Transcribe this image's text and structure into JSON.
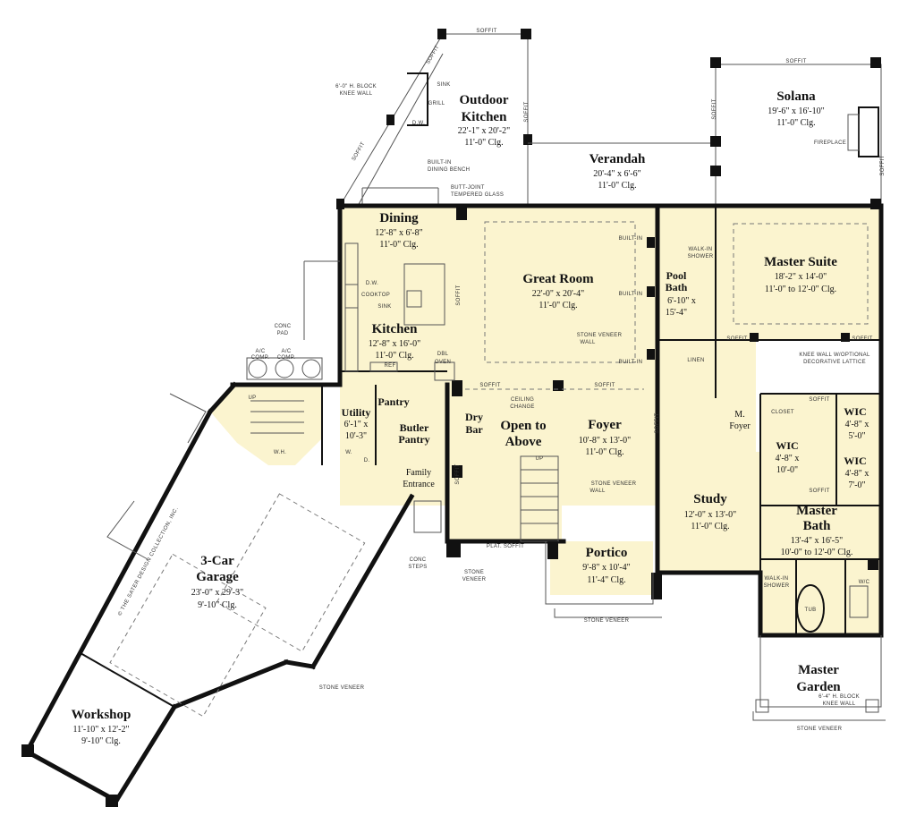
{
  "rooms": {
    "outdoor_kitchen": {
      "name1": "Outdoor",
      "name2": "Kitchen",
      "dims": "22'-1\" x 20'-2\"",
      "clg": "11'-0\" Clg."
    },
    "verandah": {
      "name": "Verandah",
      "dims": "20'-4\" x 6'-6\"",
      "clg": "11'-0\" Clg."
    },
    "solana": {
      "name": "Solana",
      "dims": "19'-6\" x 16'-10\"",
      "clg": "11'-0\" Clg."
    },
    "dining": {
      "name": "Dining",
      "dims": "12'-8\" x 6'-8\"",
      "clg": "11'-0\" Clg."
    },
    "great_room": {
      "name": "Great Room",
      "dims": "22'-0\" x 20'-4\"",
      "clg": "11'-0\" Clg."
    },
    "pool_bath": {
      "name1": "Pool",
      "name2": "Bath",
      "dims1": "6'-10\" x",
      "dims2": "15'-4\""
    },
    "master_suite": {
      "name": "Master Suite",
      "dims": "18'-2\" x 14'-0\"",
      "clg": "11'-0\" to 12'-0\" Clg."
    },
    "kitchen": {
      "name": "Kitchen",
      "dims": "12'-8\" x 16'-0\"",
      "clg": "11'-0\" Clg."
    },
    "utility": {
      "name": "Utility",
      "dims1": "6'-1\" x",
      "dims2": "10'-3\""
    },
    "pantry": {
      "name": "Pantry"
    },
    "butler_pantry": {
      "name1": "Butler",
      "name2": "Pantry"
    },
    "dry_bar": {
      "name1": "Dry",
      "name2": "Bar"
    },
    "open_to_above": {
      "name1": "Open to",
      "name2": "Above"
    },
    "foyer": {
      "name": "Foyer",
      "dims": "10'-8\" x 13'-0\"",
      "clg": "11'-0\" Clg."
    },
    "m_foyer": {
      "name1": "M.",
      "name2": "Foyer"
    },
    "family_entrance": {
      "name1": "Family",
      "name2": "Entrance"
    },
    "study": {
      "name": "Study",
      "dims": "12'-0\" x 13'-0\"",
      "clg": "11'-0\" Clg."
    },
    "wic_1": {
      "name": "WIC",
      "dims1": "4'-8\" x",
      "dims2": "5'-0\""
    },
    "wic_2": {
      "name": "WIC",
      "dims1": "4'-8\" x",
      "dims2": "10'-0\""
    },
    "wic_3": {
      "name": "WIC",
      "dims1": "4'-8\" x",
      "dims2": "7'-0\""
    },
    "master_bath": {
      "name1": "Master",
      "name2": "Bath",
      "dims": "13'-4\" x 16'-5\"",
      "clg": "10'-0\" to 12'-0\" Clg."
    },
    "garage": {
      "name1": "3-Car",
      "name2": "Garage",
      "dims": "23'-0\" x 29'-3\"",
      "clg": "9'-10\" Clg."
    },
    "portico": {
      "name": "Portico",
      "dims": "9'-8\" x 10'-4\"",
      "clg": "11'-4\" Clg."
    },
    "master_garden": {
      "name1": "Master",
      "name2": "Garden"
    },
    "workshop": {
      "name": "Workshop",
      "dims": "11'-10\" x 12'-2\"",
      "clg": "9'-10\" Clg."
    }
  },
  "notes": {
    "soffit": "SOFFIT",
    "block_wall_1": "6'-0\" H. BLOCK",
    "block_wall_2": "KNEE WALL",
    "sink": "SINK",
    "grill": "GRILL",
    "dw": "D.W.",
    "built_in_bench_1": "BUILT-IN",
    "built_in_bench_2": "DINING BENCH",
    "butt_joint_1": "BUTT-JOINT",
    "butt_joint_2": "TEMPERED GLASS",
    "fireplace": "FIREPLACE",
    "walk_in_shower_1": "WALK-IN",
    "walk_in_shower_2": "SHOWER",
    "built_in": "BUILT-IN",
    "stone_veneer_wall_1": "STONE VENEER",
    "stone_veneer_wall_2": "WALL",
    "cooktop": "COOKTOP",
    "conc_pad_1": "CONC",
    "conc_pad_2": "PAD",
    "ac_comp_1": "A/C",
    "ac_comp_2": "COMP.",
    "ref": "REF",
    "dbl_oven_1": "DBL",
    "dbl_oven_2": "OVEN",
    "linen": "LINEN",
    "knee_wall_1": "KNEE WALL W/OPTIONAL",
    "knee_wall_2": "DECORATIVE LATTICE",
    "closet": "CLOSET",
    "up": "UP",
    "ceiling_change_1": "CEILING",
    "ceiling_change_2": "CHANGE",
    "wh": "W.H.",
    "w": "W.",
    "d": "D.",
    "plat_soffit": "PLAT. SOFFIT",
    "conc_steps_1": "CONC",
    "conc_steps_2": "STEPS",
    "stone_veneer": "STONE VENEER",
    "stone_1": "STONE",
    "stone_2": "VENEER",
    "tub": "TUB",
    "wc": "W/C",
    "garden_wall_1": "6'-4\" H. BLOCK",
    "garden_wall_2": "KNEE WALL",
    "copyright": "© THE SATER DESIGN COLLECTION, INC."
  }
}
